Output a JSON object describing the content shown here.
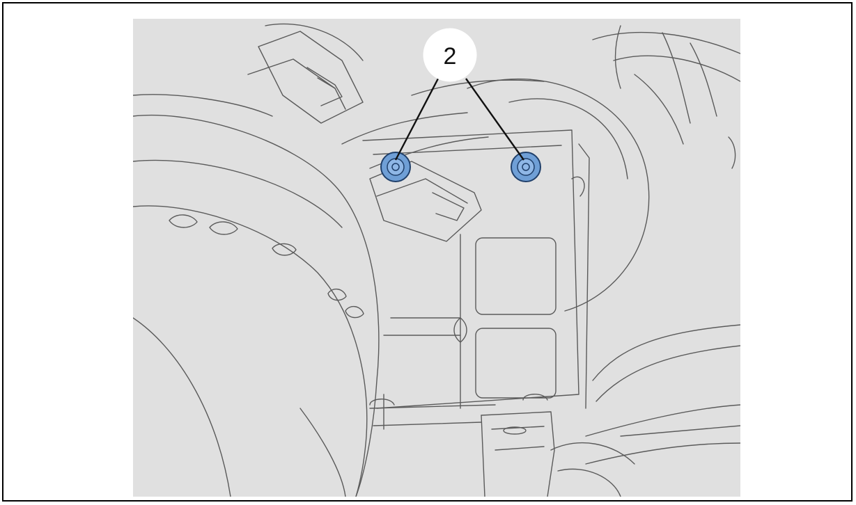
{
  "figure": {
    "callout_label": "2",
    "colors": {
      "background": "#e0e0e0",
      "line": "#5a5a5a",
      "fastener_fill": "#6f9fd6",
      "fastener_stroke": "#1f3f6a",
      "frame": "#000000"
    },
    "highlighted_parts": [
      "bolt",
      "bolt"
    ]
  }
}
